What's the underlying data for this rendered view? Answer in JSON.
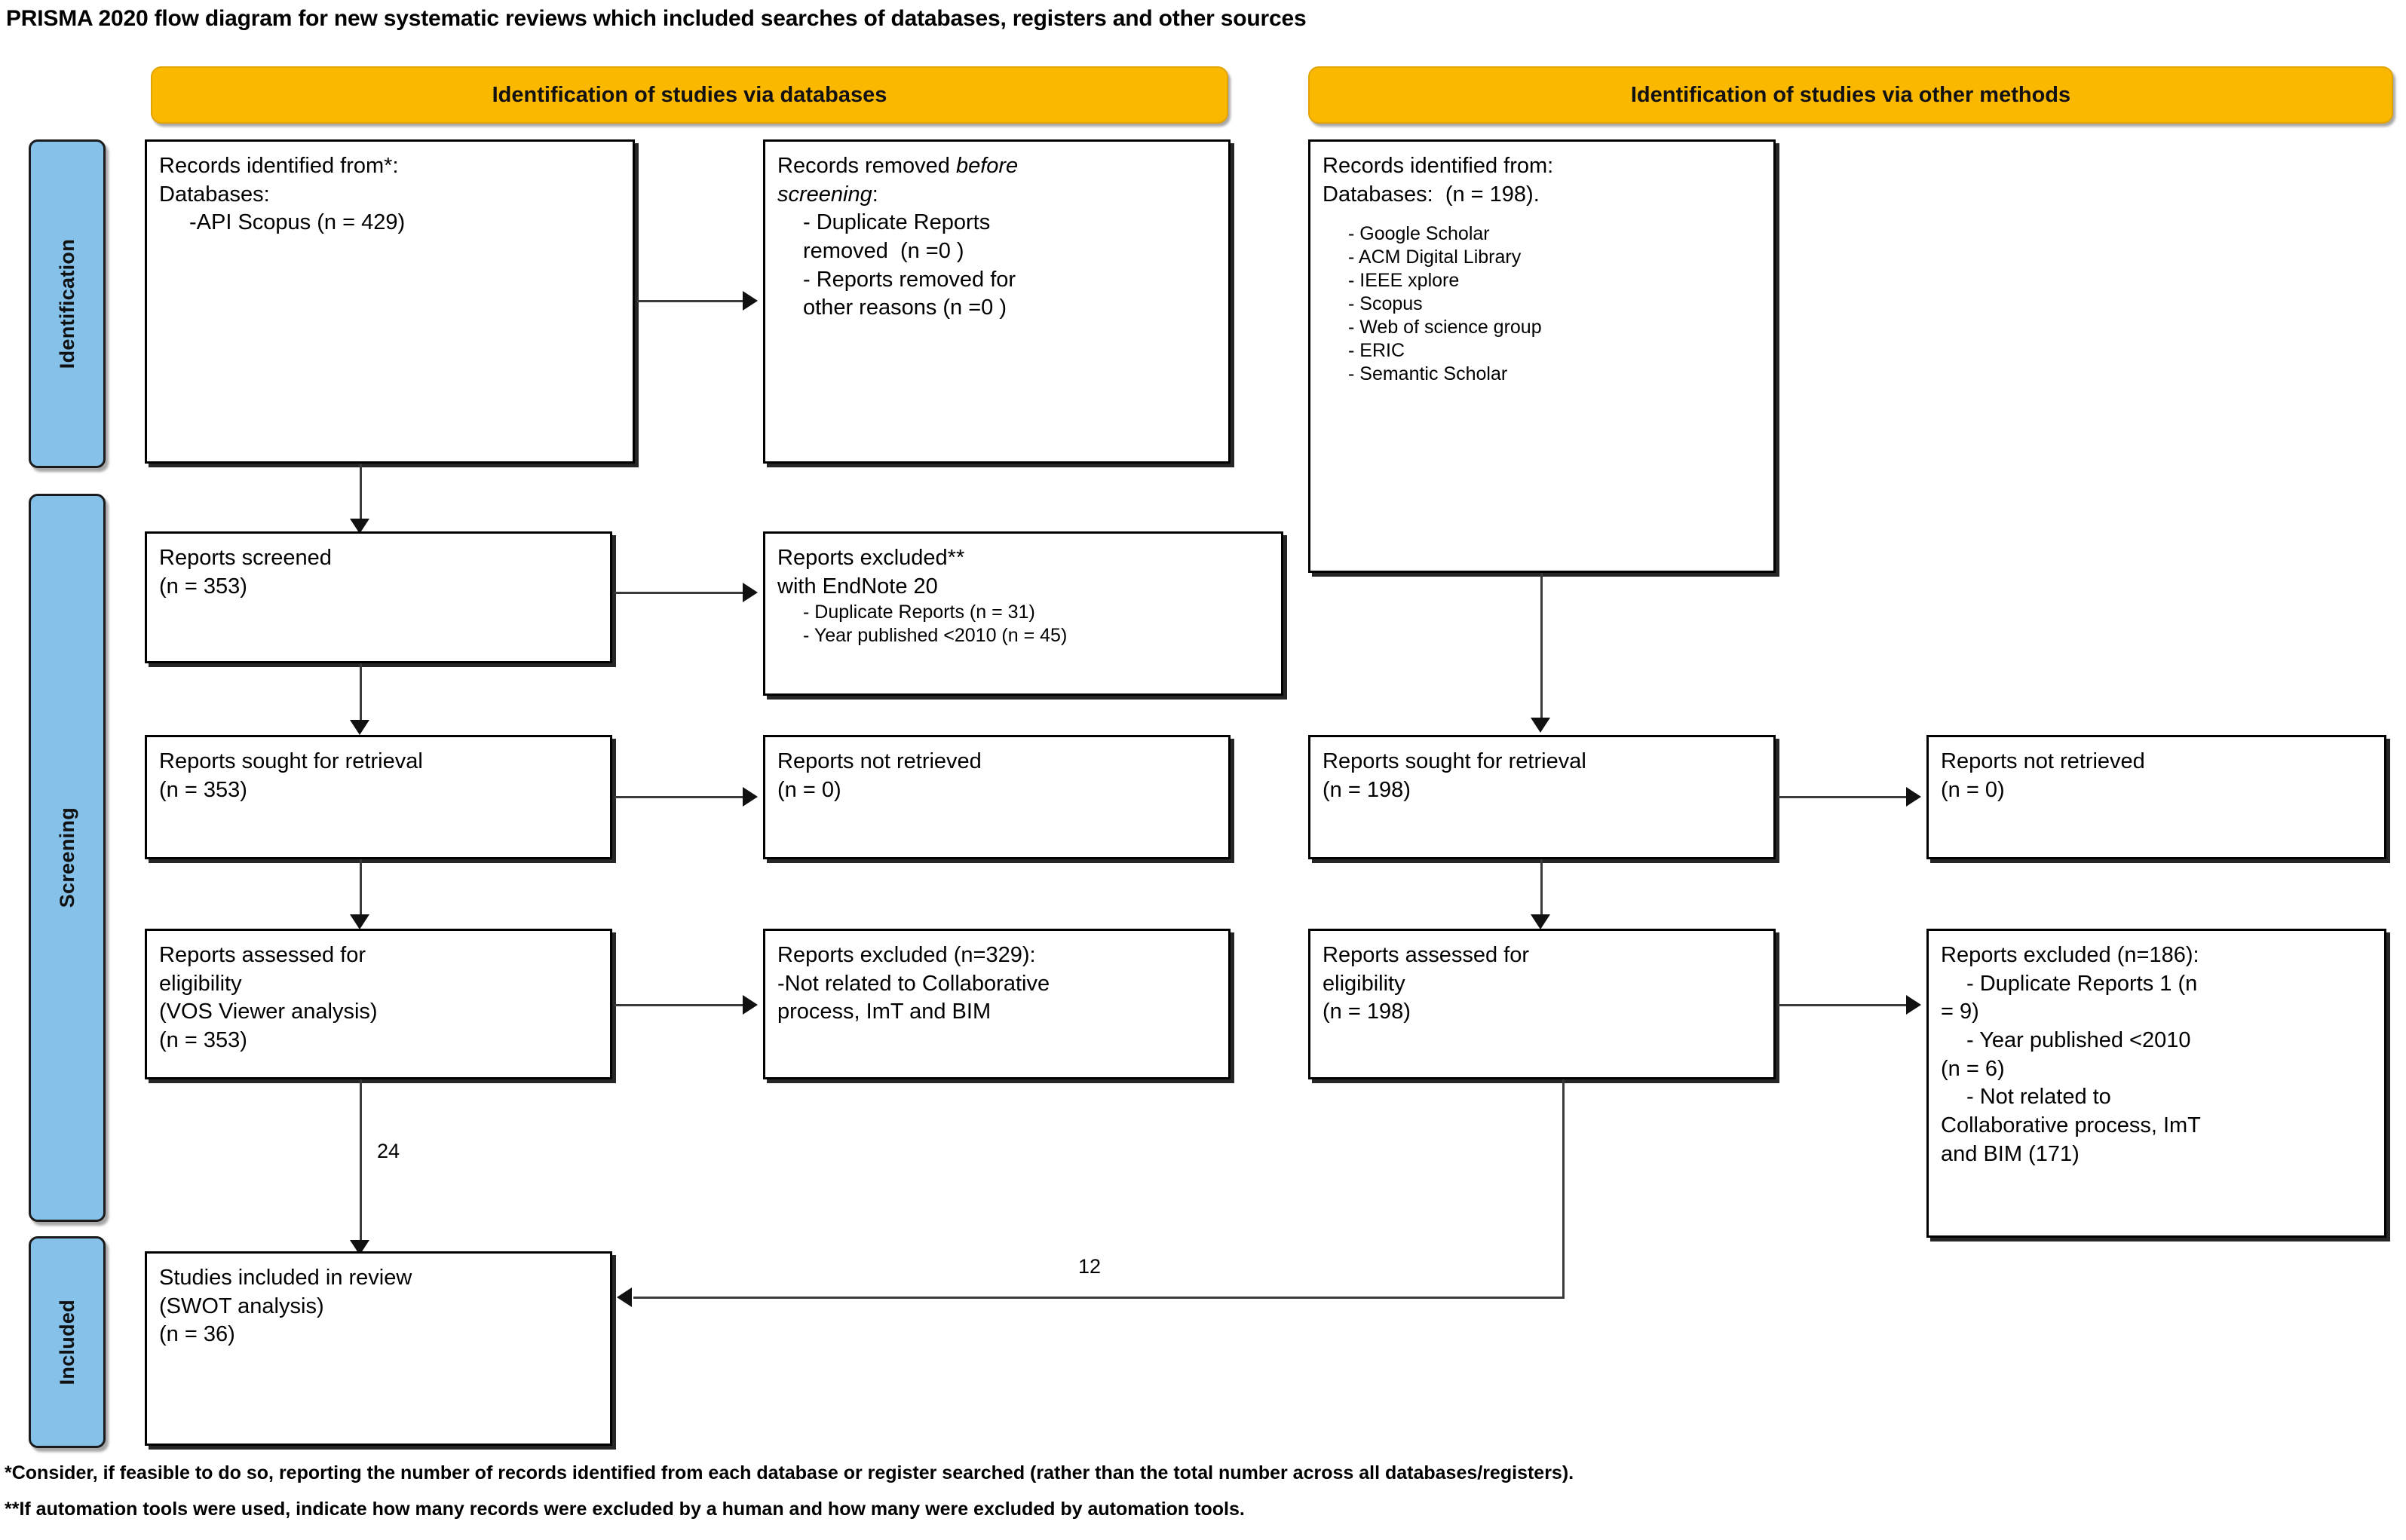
{
  "title": "PRISMA 2020 flow diagram for new systematic reviews which included searches of databases, registers and other sources",
  "colors": {
    "stage_bar": "#FBB800",
    "phase_label": "#85C1E9",
    "box_border": "#000000",
    "connector": "#3a3a3a"
  },
  "stage_headers": {
    "databases": "Identification of studies via databases",
    "other_methods": "Identification of studies via other methods"
  },
  "phases": {
    "identification": "Identification",
    "screening": "Screening",
    "included": "Included"
  },
  "boxes": {
    "records_identified_db": {
      "line1": "Records identified from*:",
      "line2": "Databases:",
      "line3": "-API Scopus (n = 429)"
    },
    "records_removed": {
      "line1": "Records removed ",
      "line1_italic": "before",
      "line2_italic": "screening",
      "line2_tail": ":",
      "bullet1a": "- Duplicate Reports",
      "bullet1b": "removed  (n =0 )",
      "bullet2a": "- Reports removed for",
      "bullet2b": "other reasons (n =0 )"
    },
    "records_identified_other": {
      "line1": "Records identified from:",
      "line2": "Databases:  (n = 198).",
      "sources": [
        "- Google Scholar",
        "- ACM Digital Library",
        "- IEEE xplore",
        "- Scopus",
        "- Web of science group",
        "- ERIC",
        "- Semantic Scholar"
      ]
    },
    "reports_screened": {
      "line1": "Reports screened",
      "line2": "(n = 353)"
    },
    "reports_excluded_screening": {
      "line1": "Reports excluded**",
      "line2": "with EndNote 20",
      "bullet1": "- Duplicate Reports (n = 31)",
      "bullet2": "- Year published <2010 (n = 45)"
    },
    "reports_sought_db": {
      "line1": "Reports sought for retrieval",
      "line2": "(n = 353)"
    },
    "reports_not_retrieved_db": {
      "line1": "Reports not retrieved",
      "line2": "(n = 0)"
    },
    "reports_sought_other": {
      "line1": "Reports sought for retrieval",
      "line2": "(n = 198)"
    },
    "reports_not_retrieved_other": {
      "line1": "Reports not retrieved",
      "line2": "(n = 0)"
    },
    "reports_assessed_db": {
      "line1": "Reports assessed for",
      "line2": "eligibility",
      "line3": "(VOS Viewer analysis)",
      "line4": "(n = 353)"
    },
    "reports_excluded_db": {
      "line1": "Reports excluded (n=329):",
      "line2": "-Not related to Collaborative",
      "line3": "process, ImT and BIM"
    },
    "reports_assessed_other": {
      "line1": "Reports assessed for",
      "line2": "eligibility",
      "line3": "(n = 198)"
    },
    "reports_excluded_other": {
      "line1": "Reports excluded (n=186):",
      "bullet1a": "- Duplicate Reports 1 (n",
      "bullet1b": "= 9)",
      "bullet2a": "- Year published <2010",
      "bullet2b": "(n = 6)",
      "bullet3a": "- Not related to",
      "bullet3b": "Collaborative process, ImT",
      "bullet3c": "and BIM (171)"
    },
    "studies_included": {
      "line1": "Studies included in review",
      "line2": "(SWOT analysis)",
      "line3": "(n = 36)"
    }
  },
  "edge_labels": {
    "db_to_included": "24",
    "other_to_included": "12"
  },
  "footnotes": {
    "one": "*Consider, if feasible to do so, reporting the number of records identified from each database or register searched (rather than the total number across all databases/registers).",
    "two": "**If automation tools were used, indicate how many records were excluded by a human and how many were excluded by automation tools."
  }
}
